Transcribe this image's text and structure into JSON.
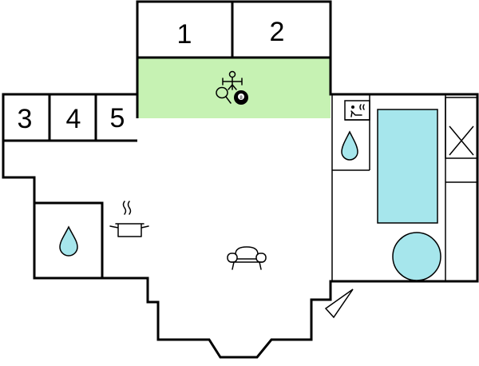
{
  "rooms": {
    "bedroom_1": "1",
    "bedroom_2": "2",
    "bedroom_3": "3",
    "bedroom_4": "4",
    "bedroom_5": "5"
  },
  "icons": {
    "game_zone": [
      "table-football-icon",
      "table-tennis-icon",
      "billiard-ball-icon"
    ],
    "kitchen": [
      "cooking-pot-icon"
    ],
    "bathrooms": [
      "water-drop-icon",
      "water-drop-icon"
    ],
    "living": [
      "sofa-icon"
    ],
    "wellness": [
      "sauna-icon",
      "pool",
      "whirlpool"
    ]
  },
  "ball_number": "8",
  "colors": {
    "game_zone": "#c6f2b3",
    "water": "#a6e6ec",
    "walls": "#000000",
    "background": "#ffffff"
  }
}
